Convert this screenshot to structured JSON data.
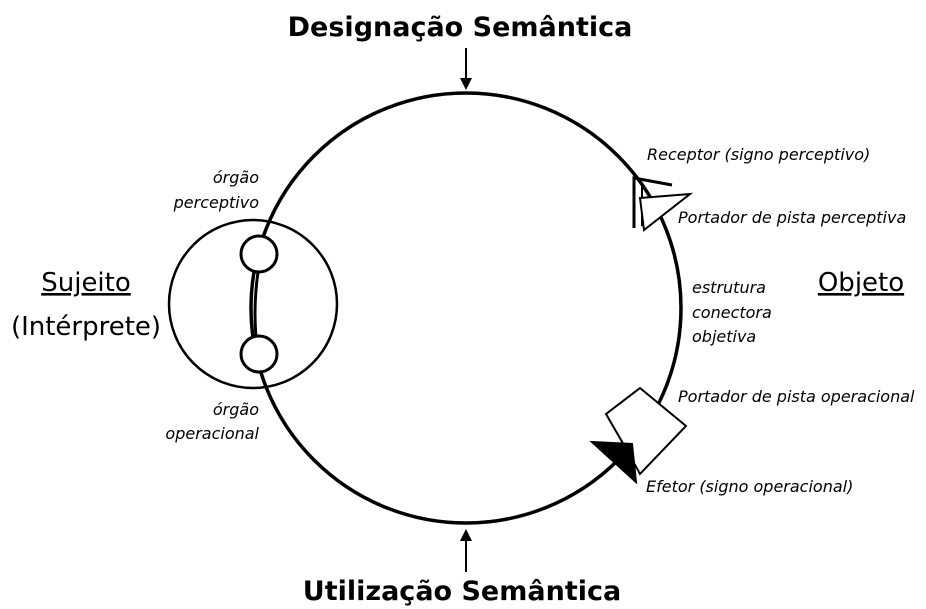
{
  "top_title": "Designação Semântica",
  "bottom_title": "Utilização Semântica",
  "subject": {
    "name": "Sujeito",
    "role": "(Intérprete)"
  },
  "object": {
    "name": "Objeto"
  },
  "organs": {
    "perceptive": [
      "órgão",
      "perceptivo"
    ],
    "operational": [
      "órgão",
      "operacional"
    ]
  },
  "right_labels": {
    "receptor": "Receptor (signo perceptivo)",
    "perceptual_carrier": "Portador de pista perceptiva",
    "structure": [
      "estrutura",
      "conectora",
      "objetiva"
    ],
    "operational_carrier": "Portador de pista operacional",
    "effector": "Efetor (signo operacional)"
  }
}
